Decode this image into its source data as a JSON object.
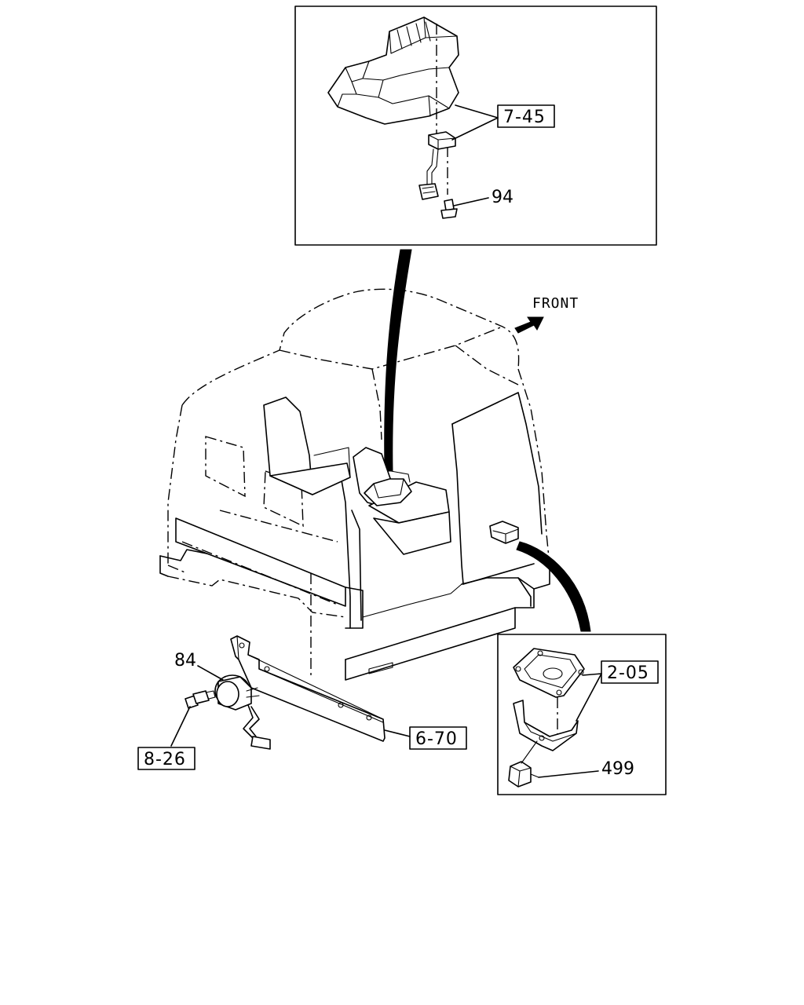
{
  "labels": {
    "ref_7_45": "7-45",
    "part_94": "94",
    "front": "FRONT",
    "part_84": "84",
    "ref_8_26": "8-26",
    "ref_6_70": "6-70",
    "ref_2_05": "2-05",
    "part_499": "499"
  },
  "icons": {
    "direction": "front-arrow-icon"
  }
}
